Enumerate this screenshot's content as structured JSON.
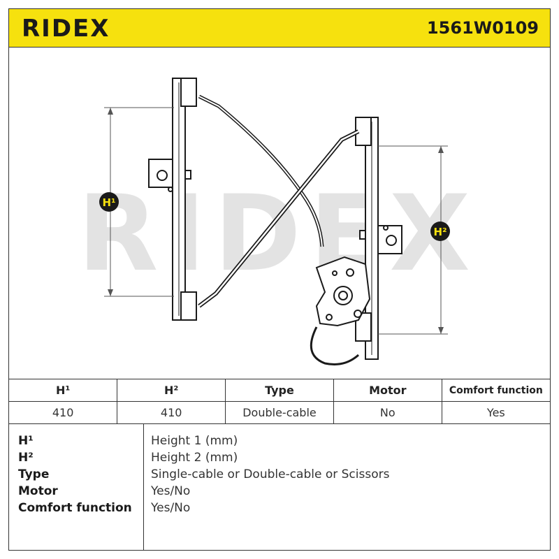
{
  "header": {
    "brand": "RIDEX",
    "part_number": "1561W0109",
    "background_color": "#f6e10e"
  },
  "drawing": {
    "watermark": "RIDEX",
    "dimension_labels": [
      "H¹",
      "H²"
    ],
    "marker_color": "#f6e10e"
  },
  "specs": {
    "headers": [
      "H¹",
      "H²",
      "Type",
      "Motor",
      "Comfort function"
    ],
    "values": [
      "410",
      "410",
      "Double-cable",
      "No",
      "Yes"
    ]
  },
  "legend": [
    {
      "key": "H¹",
      "value": "Height 1 (mm)"
    },
    {
      "key": "H²",
      "value": "Height 2 (mm)"
    },
    {
      "key": "Type",
      "value": "Single-cable or Double-cable or Scissors"
    },
    {
      "key": "Motor",
      "value": "Yes/No"
    },
    {
      "key": "Comfort function",
      "value": "Yes/No"
    }
  ]
}
